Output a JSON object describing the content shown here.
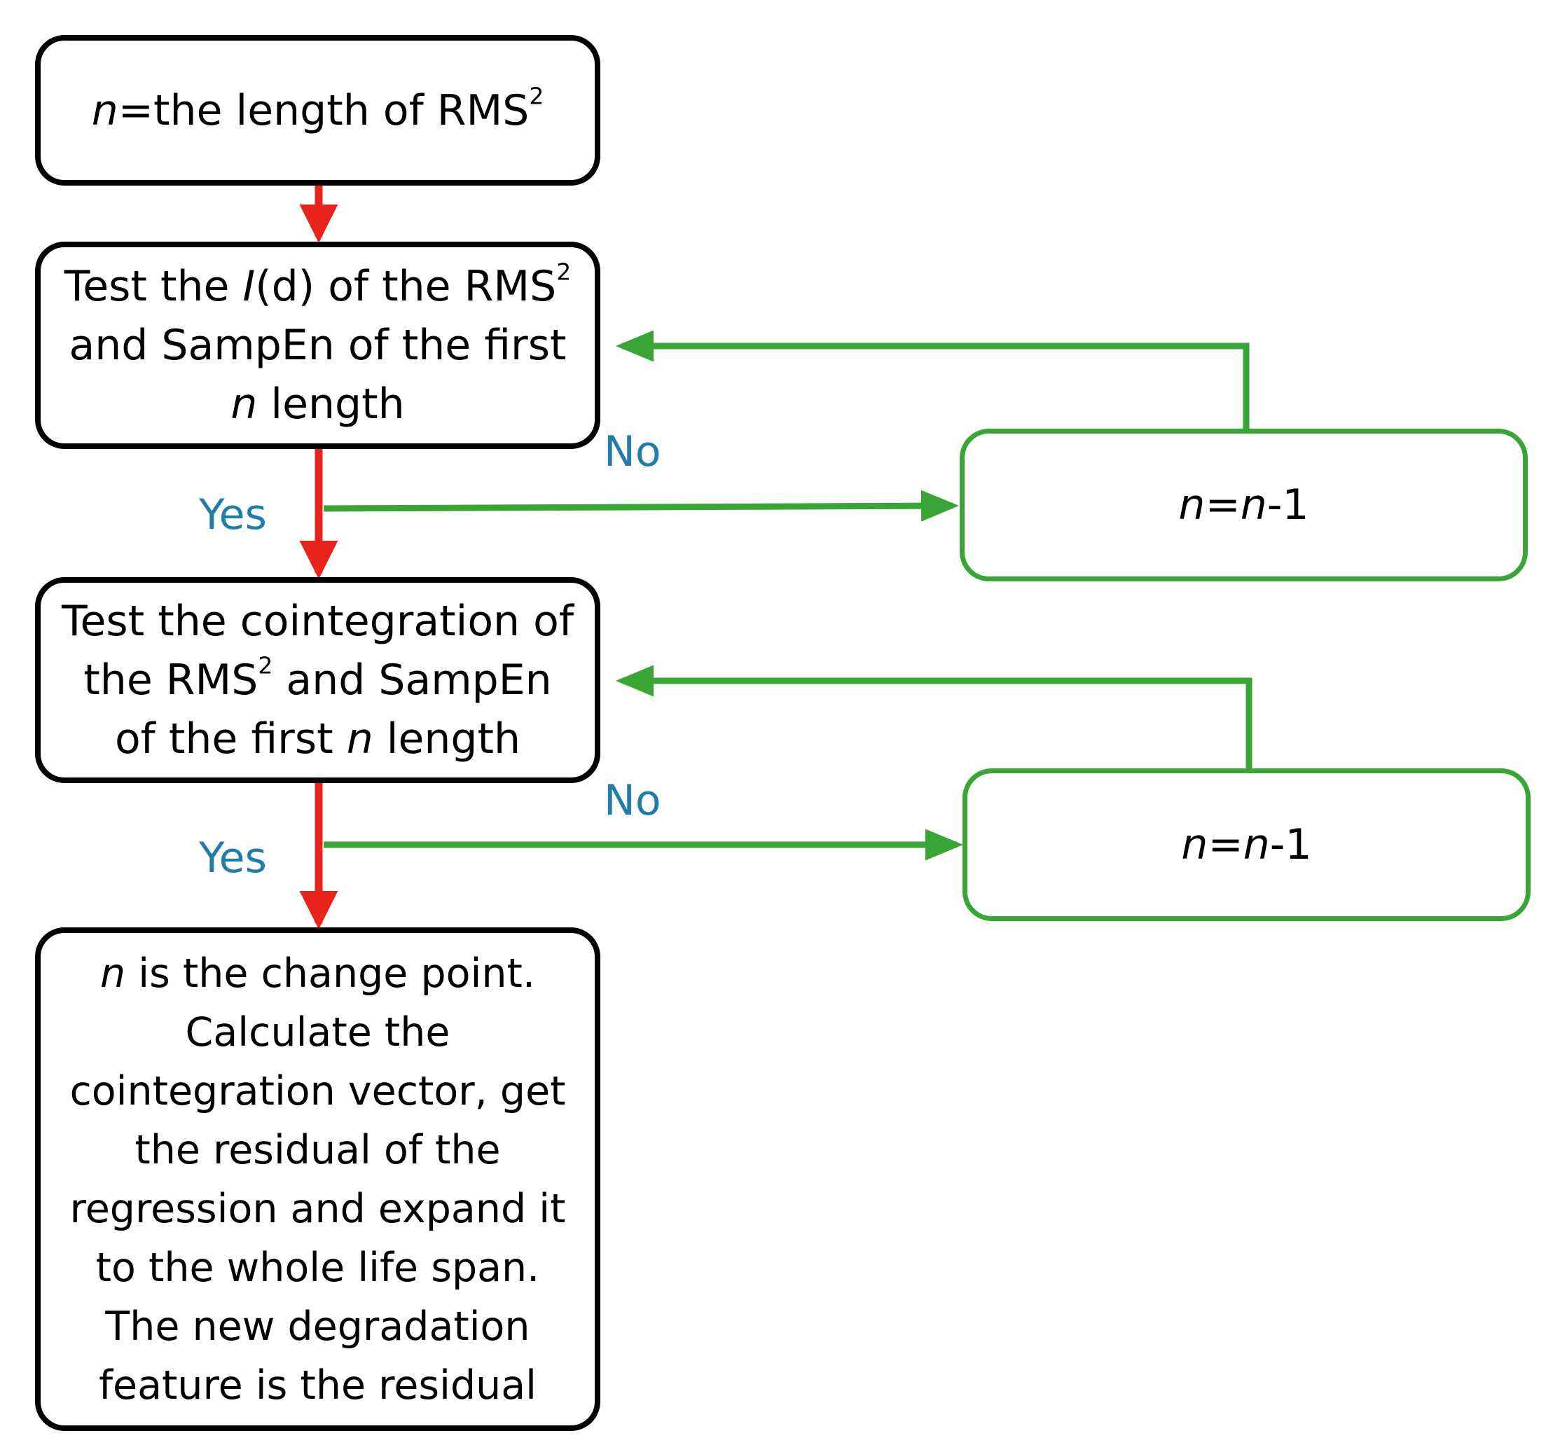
{
  "nodes": {
    "start": {
      "pre": "",
      "italic": "n",
      "post": "=the length of RMS",
      "sup": "2"
    },
    "test_i": {
      "line1": {
        "pre": "Test the ",
        "italic": "I",
        "post": "(d) of the RMS",
        "sup": "2"
      },
      "line2": "and SampEn of the first",
      "line3": {
        "italic": "n",
        "post": " length"
      }
    },
    "test_coint": {
      "line1": "Test the cointegration of",
      "line2": {
        "pre": "the RMS",
        "sup": "2",
        "post": " and SampEn"
      },
      "line3": {
        "pre": "of the first ",
        "italic": "n",
        "post": " length"
      }
    },
    "result": {
      "line1": {
        "italic": "n",
        "post": " is the change point."
      },
      "lines": [
        "Calculate the",
        "cointegration vector, get",
        "the residual of the",
        "regression and expand it",
        "to the whole life span.",
        "The new degradation",
        "feature is the residual"
      ]
    },
    "decrement_1": {
      "a": "n",
      "eq": "=",
      "b": "n",
      "post": "-1"
    },
    "decrement_2": {
      "a": "n",
      "eq": "=",
      "b": "n",
      "post": "-1"
    }
  },
  "labels": {
    "no_1": "No",
    "yes_1": "Yes",
    "no_2": "No",
    "yes_2": "Yes"
  },
  "colors": {
    "main_flow": "#e8231b",
    "loop_flow": "#38a534",
    "label": "#1f7cab",
    "box_border": "#000000"
  }
}
